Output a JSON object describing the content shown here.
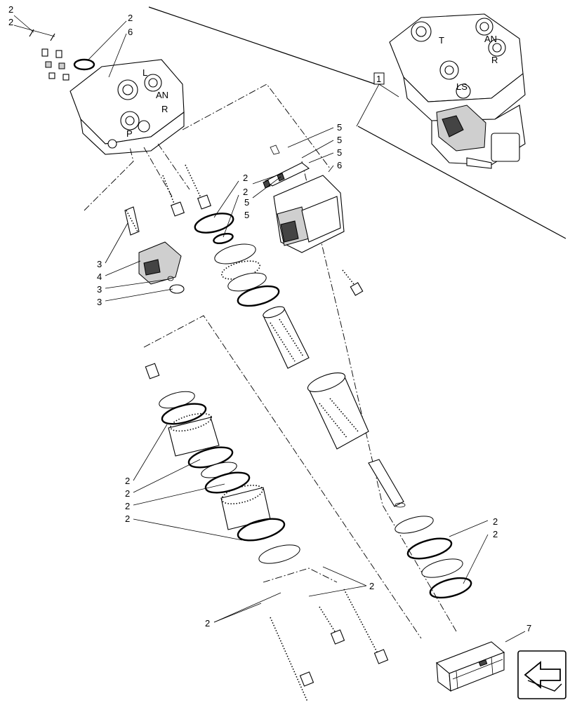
{
  "callouts": {
    "n1": "1",
    "n2": "2",
    "n3": "3",
    "n4": "4",
    "n5": "5",
    "n6": "6",
    "n7": "7"
  },
  "housing_ports": {
    "L": "L",
    "R": "R",
    "P": "P",
    "T": "T",
    "LS": "LS",
    "AN": "AN"
  },
  "icons": [
    "crate-icon",
    "nav-arrow-icon"
  ]
}
